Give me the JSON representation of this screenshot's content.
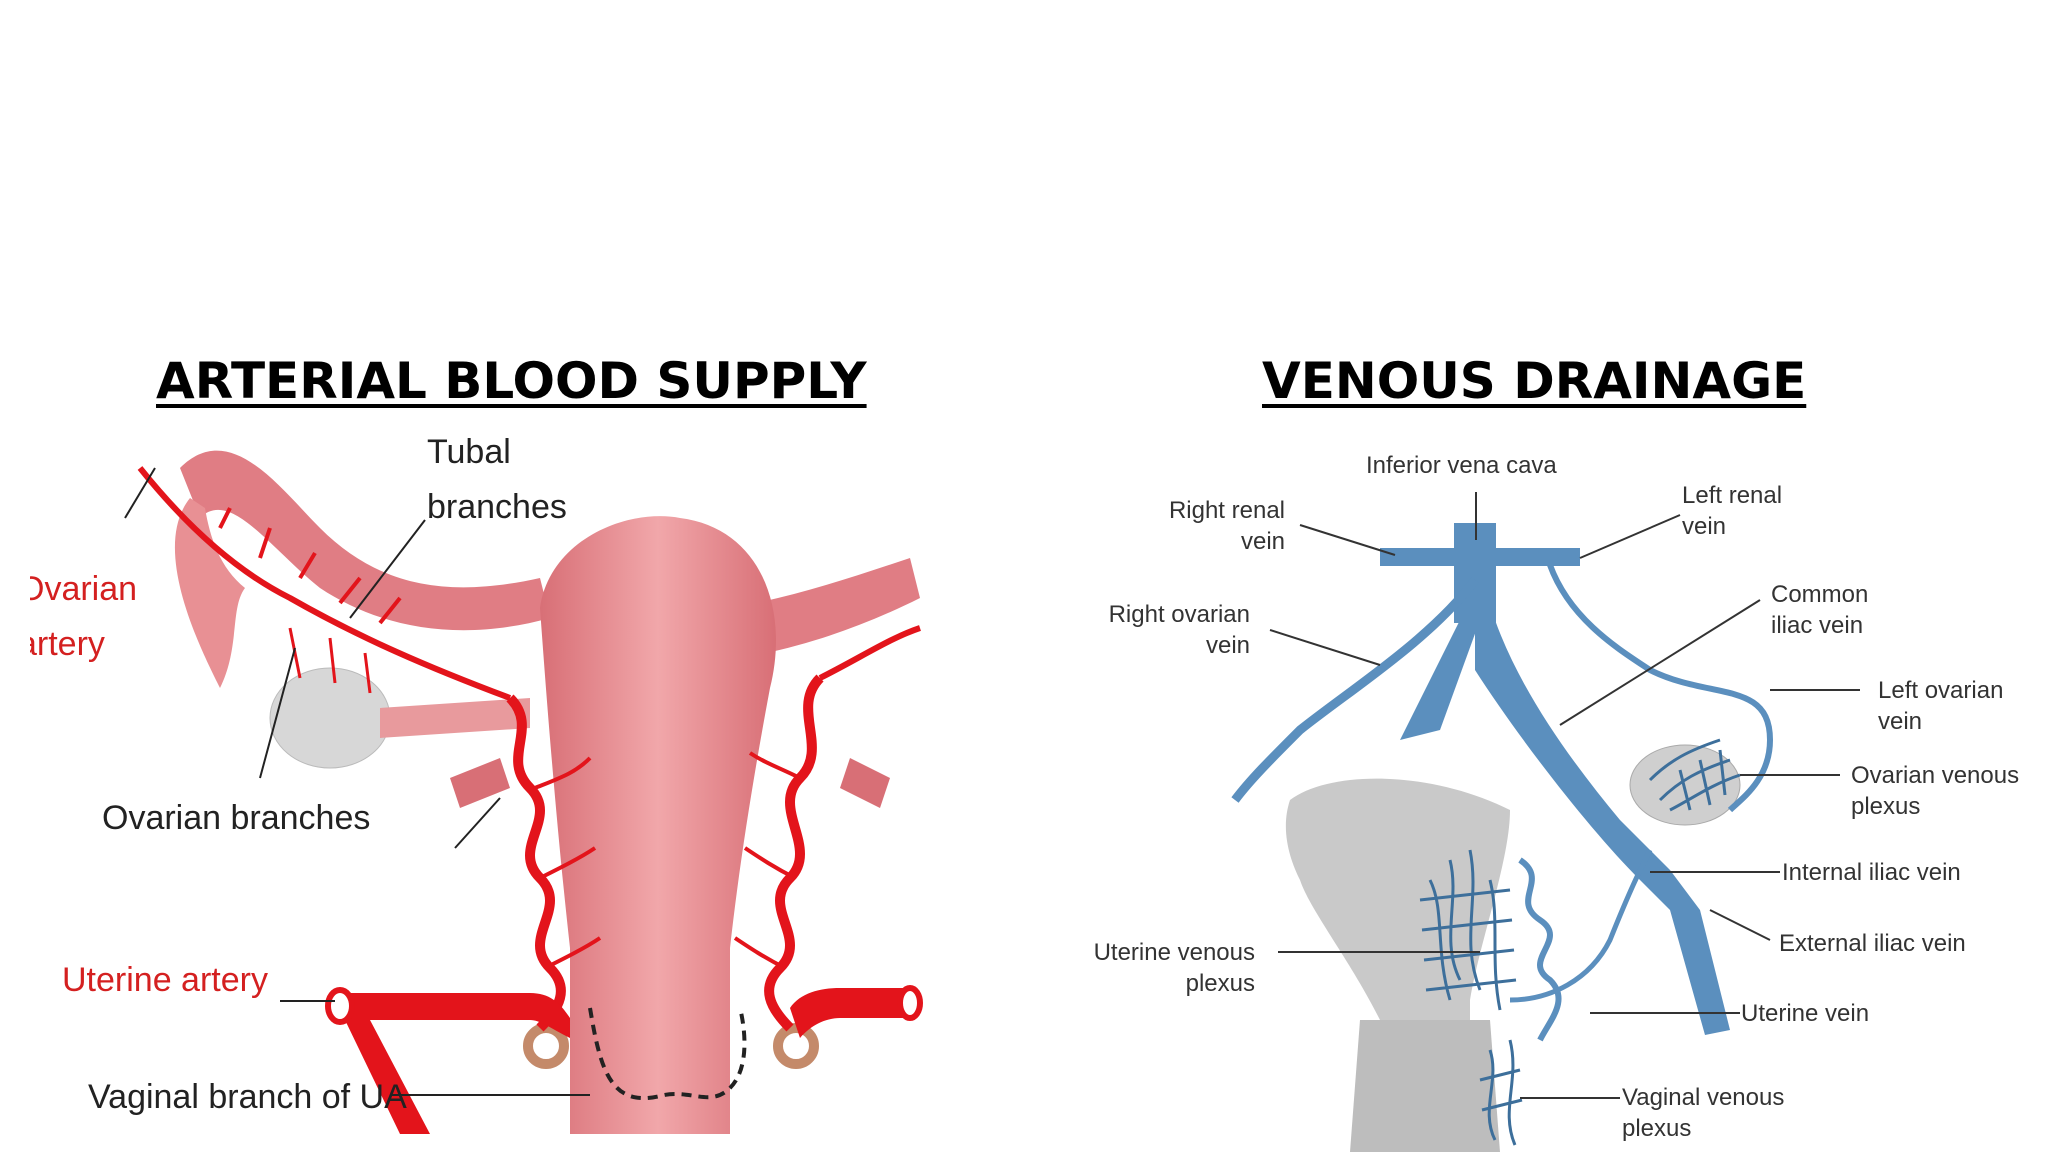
{
  "titles": {
    "arterial": "ARTERIAL BLOOD SUPPLY",
    "venous": "VENOUS DRAINAGE"
  },
  "arterial_labels": {
    "tubal": [
      "Tubal",
      "branches"
    ],
    "ovarian_artery": [
      "Ovarian",
      "artery"
    ],
    "ovarian_branches": "Ovarian branches",
    "uterine_artery": "Uterine artery",
    "vaginal_branch": "Vaginal branch of UA"
  },
  "venous_labels": {
    "ivc": "Inferior vena cava",
    "right_renal": [
      "Right renal",
      "vein"
    ],
    "left_renal": [
      "Left renal",
      "vein"
    ],
    "common_iliac": [
      "Common",
      "iliac vein"
    ],
    "right_ovarian": [
      "Right ovarian",
      "vein"
    ],
    "left_ovarian": [
      "Left ovarian",
      "vein"
    ],
    "ovarian_plexus": [
      "Ovarian venous",
      "plexus"
    ],
    "internal_iliac": "Internal iliac vein",
    "external_iliac": "External iliac vein",
    "uterine_plexus": [
      "Uterine venous",
      "plexus"
    ],
    "uterine_vein": "Uterine vein",
    "vaginal_plexus": [
      "Vaginal venous",
      "plexus"
    ]
  },
  "colors": {
    "artery": "#e3141b",
    "uterus": "#e88a8e",
    "vein": "#5b8fbe",
    "organ_grey": "#c9c9c9"
  }
}
